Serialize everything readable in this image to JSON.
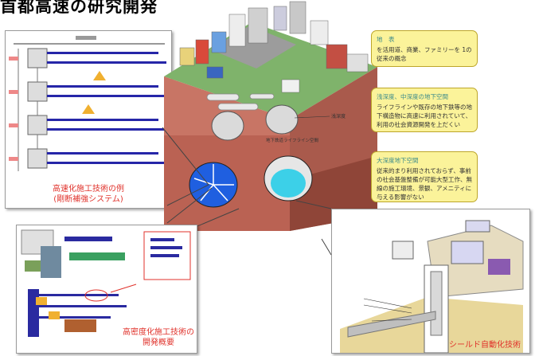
{
  "page": {
    "title": "首都高速の研究開発"
  },
  "panels": {
    "left_top_caption": [
      "高速化施工技術の例",
      "(剛断補強システム)"
    ],
    "left_bottom_caption": [
      "高密度化施工技術の",
      "開発概要"
    ],
    "right_bottom_caption": "シールド自動化技術"
  },
  "notes": [
    {
      "head": "地　表",
      "body": "を活用道、商業、ファミリーを 1の従来の概念"
    },
    {
      "head": "浅深度、中深度の地下空間",
      "body": "ライフラインや既存の地下鉄等の地下構造物に高速に利用されていて、利用の社会資源開発を上だくい"
    },
    {
      "head": "大深度地下空間",
      "body": "従来的まり利用されておらず、事前の社会基盤整備が可能大型工作、無線の施工環境、景観、アメニティに与える影響がない"
    }
  ],
  "scene_labels": [
    "浅深度",
    "地下鉄道ライフライン空間"
  ],
  "colors": {
    "title": "#000000",
    "caption": "#e0322b",
    "note_bg": "#fbf39a",
    "soil_upper": "#c87565",
    "soil_lower": "#b35a4c",
    "tunnel_blue": "#1f5fe0",
    "tunnel_cyan": "#3cd0e8"
  }
}
